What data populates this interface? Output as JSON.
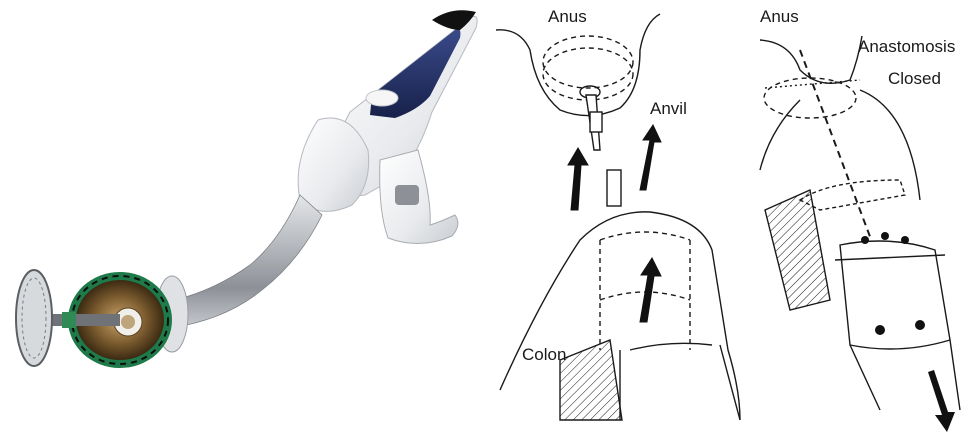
{
  "photo": {
    "device": "circular-stapler",
    "colors": {
      "body": "#eceef1",
      "shaft": "#a9adb2",
      "accent_navy": "#1e2a5c",
      "cartridge_green": "#1f7a4a",
      "anvil_silver": "#b8bcc0",
      "tip_black": "#111111"
    }
  },
  "diagram_left": {
    "labels": {
      "anus": "Anus",
      "anvil": "Anvil",
      "colon": "Colon"
    }
  },
  "diagram_right": {
    "labels": {
      "anus": "Anus",
      "anastomosis": "Anastomosis",
      "closed": "Closed"
    }
  }
}
